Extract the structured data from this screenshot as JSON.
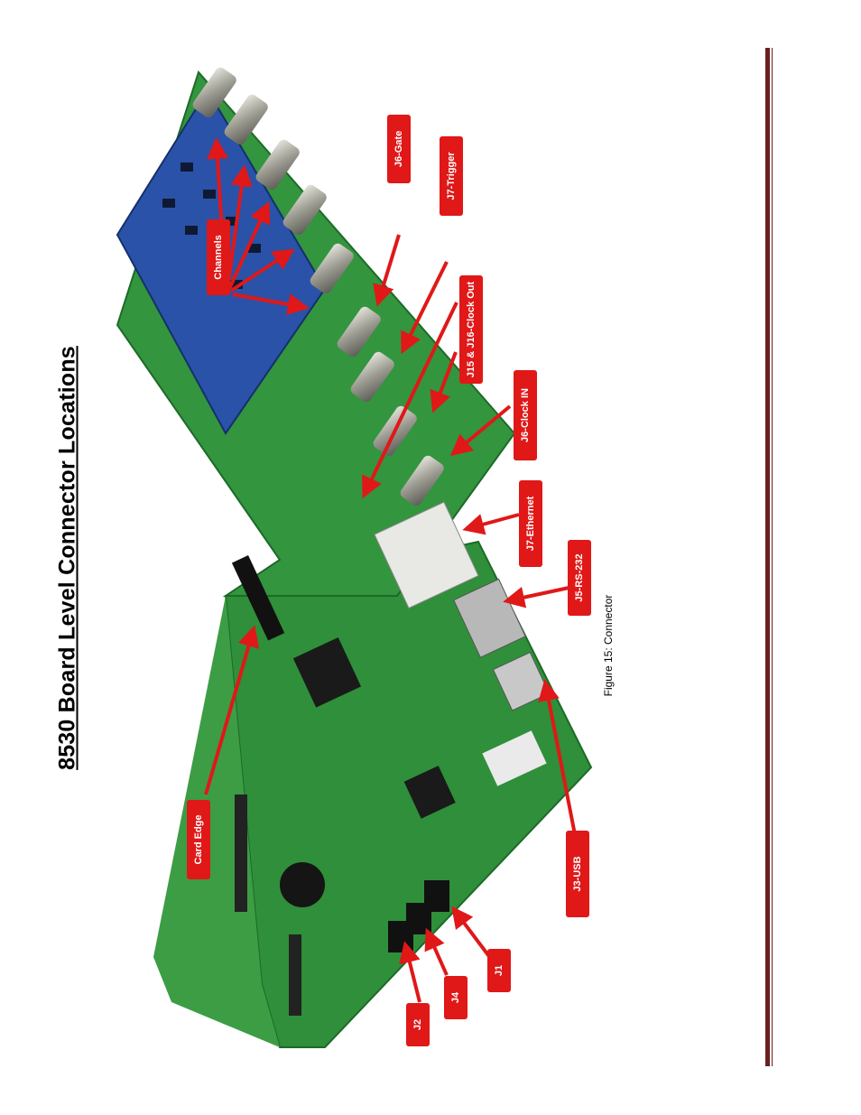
{
  "page": {
    "title": "8530 Board Level Connector Locations",
    "caption": "Figure 15: Connector"
  },
  "colors": {
    "border": "#6a2020",
    "board_green": "#2f8f3a",
    "daughter_blue": "#2a52a8",
    "callout_red": "#e01818"
  },
  "callouts": {
    "channels": "Channels",
    "j6_gate": "J6-Gate",
    "j7_trigger": "J7-Trigger",
    "j15_j16": "J15 & J16-Clock Out",
    "j6_clock_in": "J6-Clock IN",
    "j7_ethernet": "J7-Ethernet",
    "j5_rs232": "J5-RS-232",
    "j3_usb": "J3-USB",
    "card_edge": "Card Edge",
    "j1": "J1",
    "j4": "J4",
    "j2": "J2"
  }
}
